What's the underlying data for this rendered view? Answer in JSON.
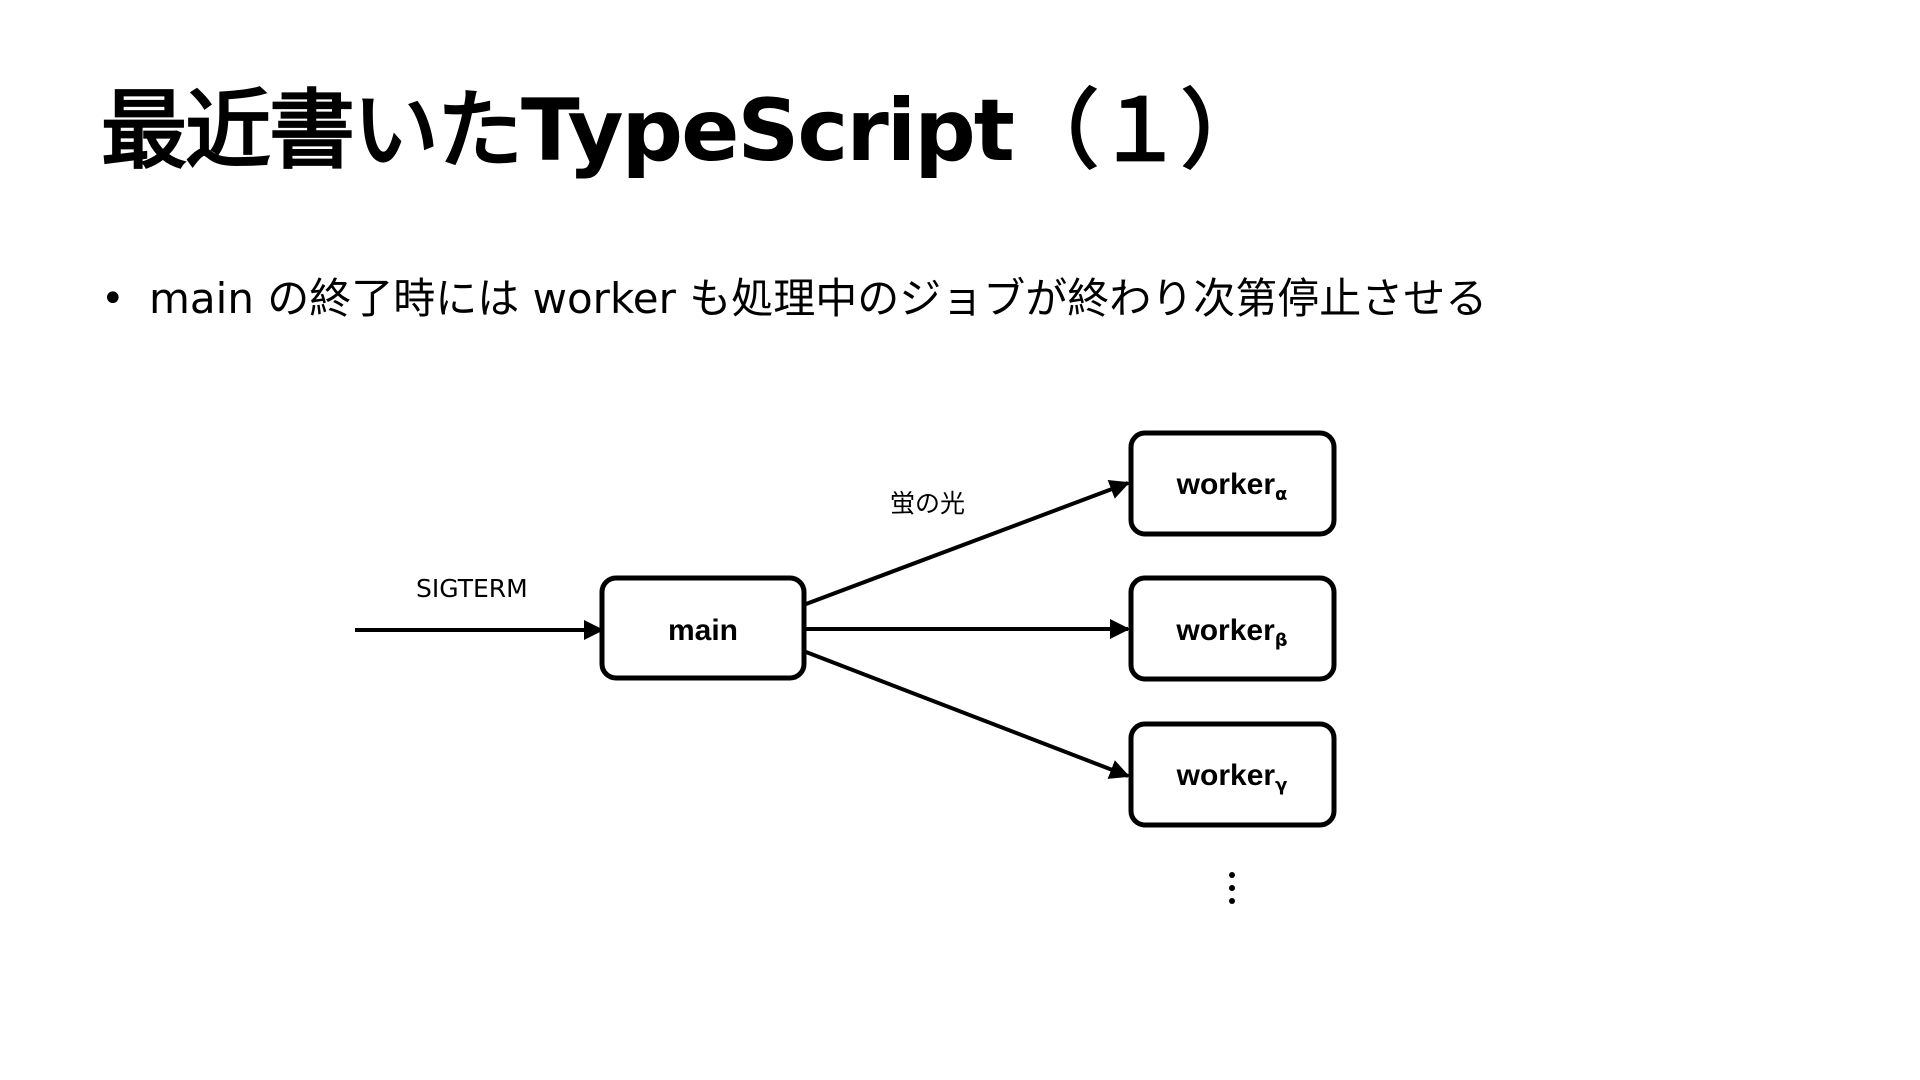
{
  "slide": {
    "title": "最近書いたTypeScript（１）",
    "bullets": [
      {
        "marker": "•",
        "text": "main の終了時には worker も処理中のジョブが終わり次第停止させる"
      }
    ]
  },
  "diagram": {
    "nodes": {
      "main": {
        "label": "main"
      },
      "worker_alpha": {
        "label": "worker",
        "subscript": "α"
      },
      "worker_beta": {
        "label": "worker",
        "subscript": "β"
      },
      "worker_gamma": {
        "label": "worker",
        "subscript": "γ"
      }
    },
    "edges": {
      "sigterm": {
        "label": "SIGTERM",
        "to": "main"
      },
      "to_alpha": {
        "label": "蛍の光",
        "from": "main",
        "to": "worker_alpha"
      },
      "to_beta": {
        "label": "",
        "from": "main",
        "to": "worker_beta"
      },
      "to_gamma": {
        "label": "",
        "from": "main",
        "to": "worker_gamma"
      }
    },
    "continuation": "more workers (vertical ellipsis)"
  }
}
